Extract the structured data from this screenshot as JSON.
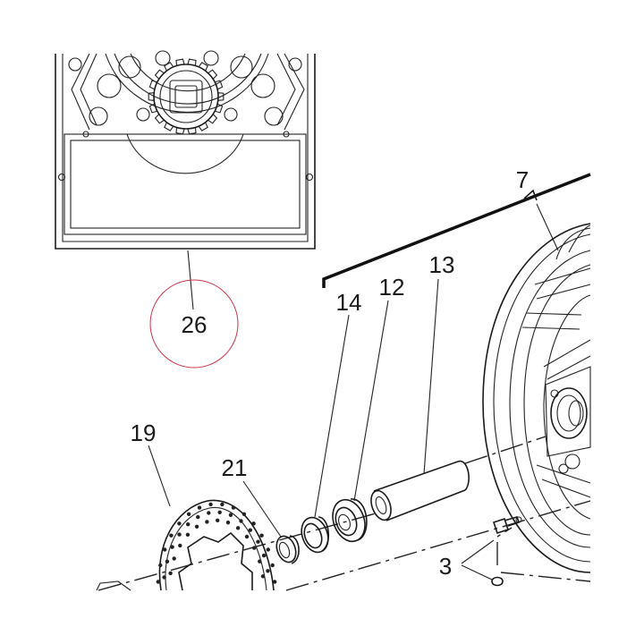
{
  "callouts": {
    "c7": "7",
    "c26": "26",
    "c14": "14",
    "c12": "12",
    "c13": "13",
    "c19": "19",
    "c21": "21",
    "c3": "3"
  },
  "colors": {
    "highlight_circle": "#c8344a",
    "line": "#1a1a1a"
  }
}
